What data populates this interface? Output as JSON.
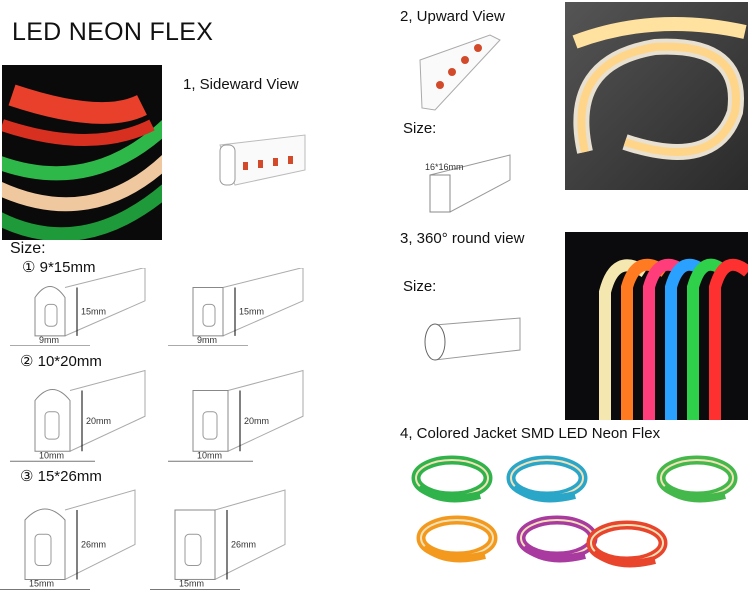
{
  "title": "LED NEON FLEX",
  "sideward": {
    "label": "1, Sideward View"
  },
  "upward": {
    "label": "2, Upward View",
    "size_label": "Size:",
    "dimension": "16*16mm"
  },
  "round": {
    "label": "3, 360° round view",
    "size_label": "Size:"
  },
  "colored": {
    "label": "4, Colored Jacket SMD LED Neon Flex",
    "jacket_colors": [
      "#2fb34a",
      "#2aa6c9",
      "#44b84a",
      "#f39a1e",
      "#a83aa0",
      "#e8452c"
    ]
  },
  "sizes": {
    "label": "Size:",
    "items": [
      {
        "heading": "① 9*15mm",
        "width": "9mm",
        "height": "15mm",
        "width_alt": "9mm"
      },
      {
        "heading": "② 10*20mm",
        "width": "10mm",
        "height": "20mm",
        "width_alt": "10mm"
      },
      {
        "heading": "③ 15*26mm",
        "width": "15mm",
        "height": "26mm",
        "width_alt": "15mm"
      }
    ]
  }
}
